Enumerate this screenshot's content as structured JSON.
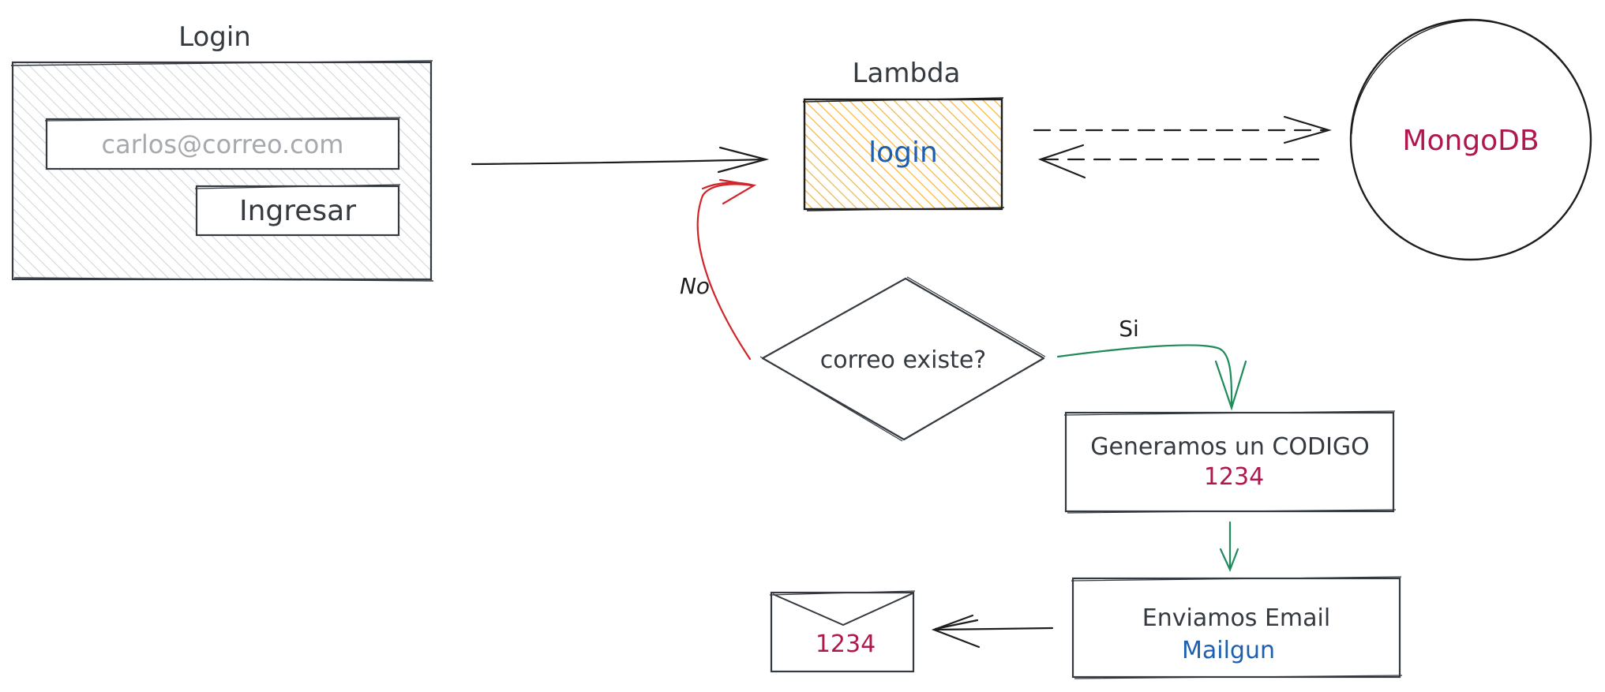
{
  "login_section": {
    "title": "Login",
    "email_value": "carlos@correo.com",
    "submit_label": "Ingresar"
  },
  "lambda": {
    "title": "Lambda",
    "function_name": "login"
  },
  "database": {
    "name": "MongoDB"
  },
  "decision": {
    "question": "correo existe?",
    "no_label": "No",
    "yes_label": "Si"
  },
  "generate_step": {
    "text": "Generamos un CODIGO",
    "code": "1234"
  },
  "send_step": {
    "text": "Enviamos Email",
    "service": "Mailgun"
  },
  "envelope": {
    "code": "1234"
  },
  "colors": {
    "ink": "#343a40",
    "placeholder": "#a6a9ad",
    "hatch_gray": "#ced4da",
    "hatch_orange": "#f5b33a",
    "blue": "#1c5fb0",
    "crimson": "#b0174f",
    "red_arrow": "#d0262b",
    "green_arrow": "#1f8a5a"
  }
}
